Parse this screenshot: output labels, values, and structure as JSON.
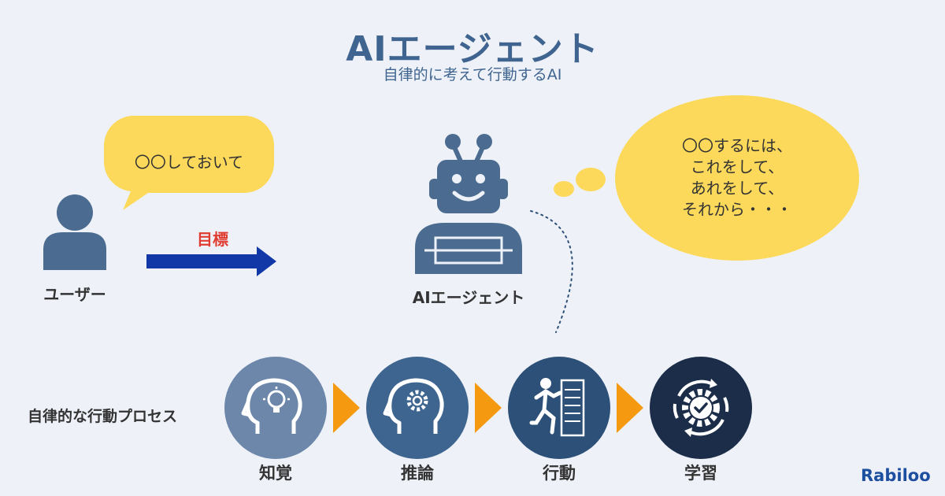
{
  "header": {
    "title": "AIエージェント",
    "subtitle": "自律的に考えて行動するAI"
  },
  "user": {
    "speech": "〇〇しておいて",
    "label": "ユーザー"
  },
  "goal": {
    "label": "目標"
  },
  "agent": {
    "label": "AIエージェント",
    "thought_lines": [
      "〇〇するには、",
      "これをして、",
      "あれをして、",
      "それから・・・"
    ]
  },
  "process": {
    "label": "自律的な行動プロセス",
    "steps": [
      {
        "label": "知覚",
        "icon": "head-lightbulb-icon",
        "color": "#6d87aa"
      },
      {
        "label": "推論",
        "icon": "head-gear-icon",
        "color": "#3e6590"
      },
      {
        "label": "行動",
        "icon": "running-person-icon",
        "color": "#2c5078"
      },
      {
        "label": "学習",
        "icon": "gear-cycle-icon",
        "color": "#1b2d49"
      }
    ]
  },
  "colors": {
    "accent": "#3f6490",
    "bubble": "#fcd95a",
    "arrow": "#1238a8",
    "goal": "#e03c31",
    "chevron": "#f59a10"
  },
  "brand": {
    "logo": "Rabiloo"
  }
}
